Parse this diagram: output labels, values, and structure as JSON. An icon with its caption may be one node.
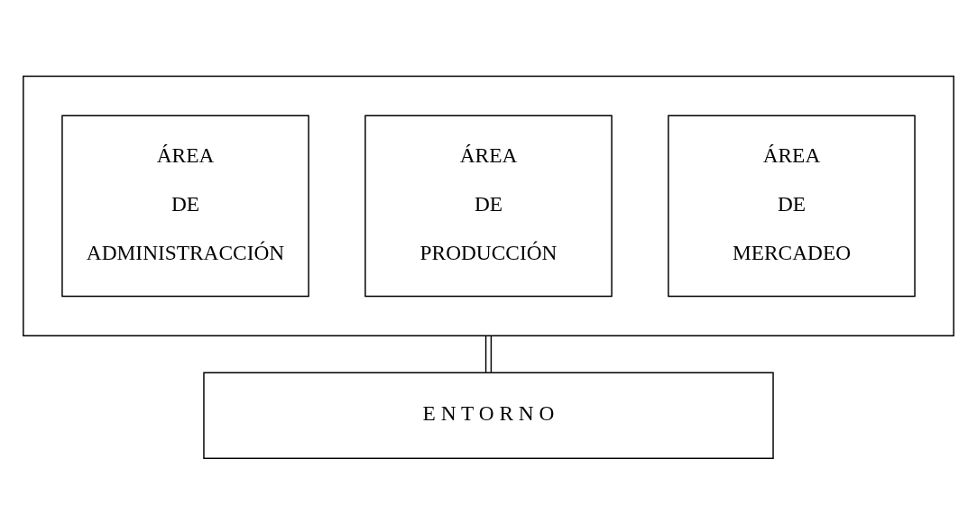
{
  "diagram": {
    "nodes": [
      {
        "text": [],
        "shape": "box"
      },
      {
        "text": [
          "ÁREA DE ADMINISTRACCIÓN"
        ],
        "in": 0
      },
      {
        "text": [
          "ÁREA DE PRODUCCIÓN"
        ],
        "in": 0
      },
      {
        "text": [
          "ÁREA DE MERCADEO"
        ],
        "in": 0
      },
      {
        "text": [
          "E N T O R N O"
        ]
      }
    ],
    "edges": [
      {
        "from": 0,
        "to": 4,
        "arrow": "none"
      }
    ]
  }
}
